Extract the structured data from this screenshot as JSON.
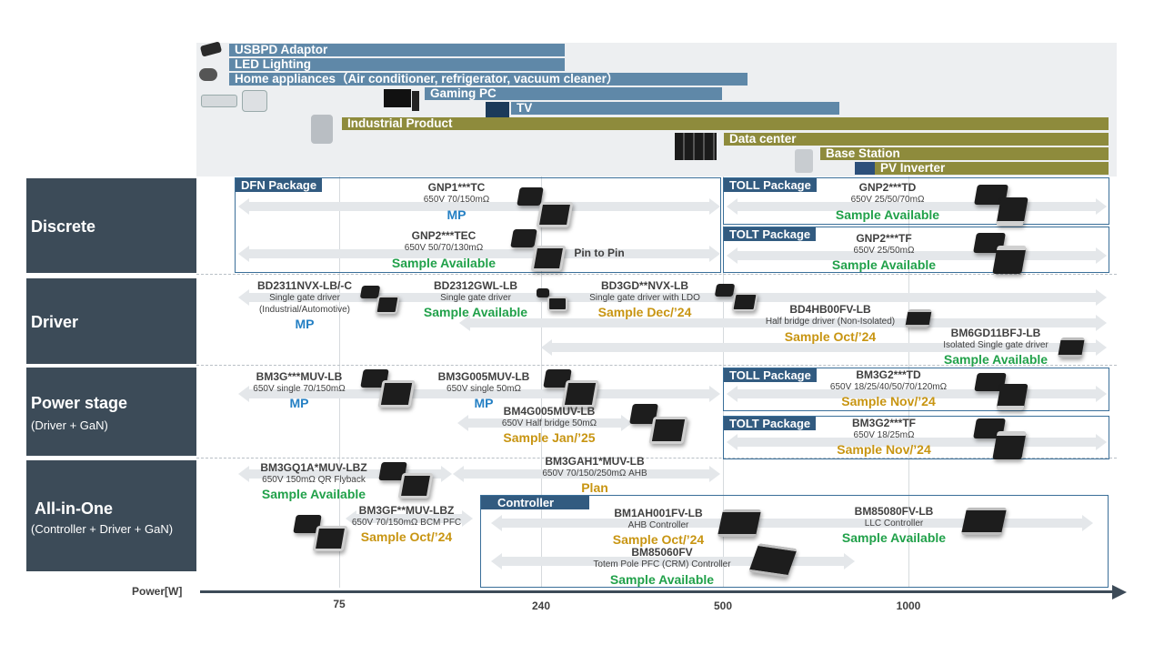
{
  "applications": {
    "usbpd": "USBPD Adaptor",
    "led": "LED Lighting",
    "home": "Home appliances（Air conditioner, refrigerator, vacuum cleaner）",
    "gaming": "Gaming PC",
    "tv": "TV",
    "industrial": "Industrial Product",
    "datacenter": "Data center",
    "basestation": "Base Station",
    "pv": "PV Inverter"
  },
  "categories": {
    "discrete": "Discrete",
    "driver": "Driver",
    "powerstage": "Power stage",
    "powerstage_sub": "(Driver + GaN)",
    "allinone": "All-in-One",
    "allinone_sub": "(Controller  + Driver + GaN)"
  },
  "packages": {
    "dfn": "DFN Package",
    "toll": "TOLL Package",
    "tolt": "TOLT Package",
    "toll2": "TOLL Package",
    "tolt2": "TOLT Package",
    "controller": "Controller"
  },
  "products": {
    "gnp1tc": {
      "name": "GNP1***TC",
      "spec": "650V  70/150mΩ",
      "status": "MP"
    },
    "gnp2tec": {
      "name": "GNP2***TEC",
      "spec": "650V  50/70/130mΩ",
      "status": "Sample Available",
      "note": "Pin to Pin"
    },
    "gnp2td": {
      "name": "GNP2***TD",
      "spec": "650V  25/50/70mΩ",
      "status": "Sample Available"
    },
    "gnp2tf": {
      "name": "GNP2***TF",
      "spec": "650V  25/50mΩ",
      "status": "Sample Available"
    },
    "bd2311": {
      "name": "BD2311NVX-LB/-C",
      "spec": "Single gate driver",
      "spec2": "(Industrial/Automotive)",
      "status": "MP"
    },
    "bd2312": {
      "name": "BD2312GWL-LB",
      "spec": "Single gate driver",
      "status": "Sample Available"
    },
    "bd3gd": {
      "name": "BD3GD**NVX-LB",
      "spec": "Single gate driver with LDO",
      "status": "Sample Dec/’24"
    },
    "bd4hb": {
      "name": "BD4HB00FV-LB",
      "spec": "Half bridge driver (Non-Isolated)",
      "status": "Sample Oct/’24"
    },
    "bm6gd": {
      "name": "BM6GD11BFJ-LB",
      "spec": "Isolated  Single gate driver",
      "status": "Sample Available"
    },
    "bm3gmuv": {
      "name": "BM3G***MUV-LB",
      "spec": "650V  single  70/150mΩ",
      "status": "MP"
    },
    "bm3g005": {
      "name": "BM3G005MUV-LB",
      "spec": "650V  single  50mΩ",
      "status": "MP"
    },
    "bm4g005": {
      "name": "BM4G005MUV-LB",
      "spec": "650V  Half bridge  50mΩ",
      "status": "Sample Jan/’25"
    },
    "bm3g2td": {
      "name": "BM3G2***TD",
      "spec": "650V  18/25/40/50/70/120mΩ",
      "status": "Sample Nov/’24"
    },
    "bm3g2tf": {
      "name": "BM3G2***TF",
      "spec": "650V  18/25mΩ",
      "status": "Sample Nov/’24"
    },
    "bm3gq1a": {
      "name": "BM3GQ1A*MUV-LBZ",
      "spec": "650V  150mΩ  QR  Flyback",
      "status": "Sample Available"
    },
    "bm3gah1": {
      "name": "BM3GAH1*MUV-LB",
      "spec": "650V  70/150/250mΩ  AHB",
      "status": "Plan"
    },
    "bm3gf": {
      "name": "BM3GF**MUV-LBZ",
      "spec": "650V  70/150mΩ  BCM  PFC",
      "status": "Sample Oct/’24"
    },
    "bm1ah": {
      "name": "BM1AH001FV-LB",
      "spec": "AHB Controller",
      "status": "Sample Oct/’24"
    },
    "bm85060": {
      "name": "BM85060FV",
      "spec": "Totem Pole PFC (CRM) Controller",
      "status": "Sample Available"
    },
    "bm85080": {
      "name": "BM85080FV-LB",
      "spec": "LLC Controller",
      "status": "Sample Available"
    }
  },
  "axis": {
    "label": "Power[W]",
    "ticks": [
      "75",
      "240",
      "500",
      "1000"
    ]
  },
  "colors": {
    "sample_available": "#21a14a",
    "mp": "#2580c4",
    "sample_date": "#c89512",
    "category_bg": "#3c4b58",
    "package_frame": "#3a6f99",
    "app_blue": "#5f88a8",
    "app_olive": "#8e8b3c"
  }
}
